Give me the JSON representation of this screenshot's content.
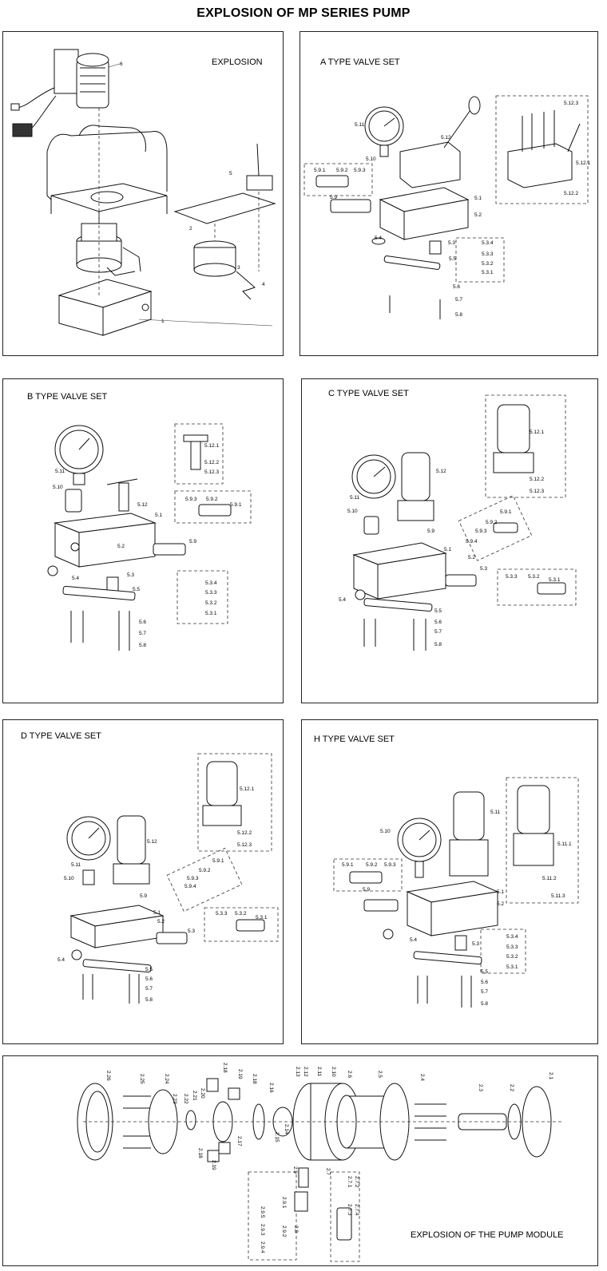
{
  "page": {
    "title": "EXPLOSION OF MP SERIES PUMP"
  },
  "panels": {
    "explosion": {
      "title": "EXPLOSION",
      "labels": [
        "6",
        "5",
        "2",
        "3",
        "4",
        "1"
      ]
    },
    "a_type": {
      "title": "A TYPE VALVE SET",
      "labels": [
        "5.11",
        "5.12",
        "5.12.3",
        "5.12.1",
        "5.12.2",
        "5.10",
        "5.9.1",
        "5.9.2",
        "5.9.3",
        "5.9",
        "5.1",
        "5.2",
        "5.4",
        "5.3",
        "5.3.4",
        "5.3.3",
        "5.3.2",
        "5.3.1",
        "5.5",
        "5.6",
        "5.7",
        "5.8"
      ]
    },
    "b_type": {
      "title": "B TYPE VALVE SET",
      "labels": [
        "5.11",
        "5.10",
        "5.12",
        "5.12.1",
        "5.12.2",
        "5.12.3",
        "5.9.3",
        "5.9.2",
        "5.9.1",
        "5.1",
        "5.2",
        "5.9",
        "5.4",
        "5.3",
        "5.5",
        "5.3.4",
        "5.3.3",
        "5.3.2",
        "5.3.1",
        "5.6",
        "5.7",
        "5.8"
      ]
    },
    "c_type": {
      "title": "C TYPE VALVE SET",
      "labels": [
        "5.12.1",
        "5.12",
        "5.12.2",
        "5.12.3",
        "5.11",
        "5.10",
        "5.9",
        "5.9.1",
        "5.9.2",
        "5.9.3",
        "5.9.4",
        "5.1",
        "5.2",
        "5.3",
        "5.3.3",
        "5.3.2",
        "5.3.1",
        "5.4",
        "5.5",
        "5.6",
        "5.7",
        "5.8"
      ]
    },
    "d_type": {
      "title": "D TYPE VALVE SET",
      "labels": [
        "5.12.1",
        "5.12",
        "5.12.2",
        "5.12.3",
        "5.11",
        "5.10",
        "5.9",
        "5.9.1",
        "5.9.2",
        "5.9.3",
        "5.9.4",
        "5.1",
        "5.2",
        "5.3",
        "5.3.3",
        "5.3.2",
        "5.3.1",
        "5.4",
        "5.5",
        "5.6",
        "5.7",
        "5.8"
      ]
    },
    "h_type": {
      "title": "H TYPE VALVE SET",
      "labels": [
        "5.11",
        "5.10",
        "5.11.1",
        "5.11.2",
        "5.11.3",
        "5.9.1",
        "5.9.2",
        "5.9.3",
        "5.9",
        "5.1",
        "5.2",
        "5.4",
        "5.3",
        "5.3.4",
        "5.3.3",
        "5.3.2",
        "5.3.1",
        "5.5",
        "5.6",
        "5.7",
        "5.8"
      ]
    },
    "pump_module": {
      "title": "EXPLOSION OF THE PUMP MODULE",
      "labels": [
        "2.26",
        "2.25",
        "2.24",
        "2.23",
        "2.22",
        "2.21",
        "2.20",
        "2.18",
        "2.19",
        "2.18",
        "2.17",
        "2.18",
        "2.19",
        "2.16",
        "2.15",
        "2.14",
        "2.13",
        "2.12",
        "2.11",
        "2.10",
        "2.6",
        "2.5",
        "2.4",
        "2.3",
        "2.2",
        "2.1",
        "2.9",
        "2.9.1",
        "2.9.2",
        "2.9.3",
        "2.9.4",
        "2.9.5",
        "2.8",
        "2.7",
        "2.7.1",
        "2.7.2",
        "2.7.3",
        "2.7.4"
      ]
    }
  }
}
